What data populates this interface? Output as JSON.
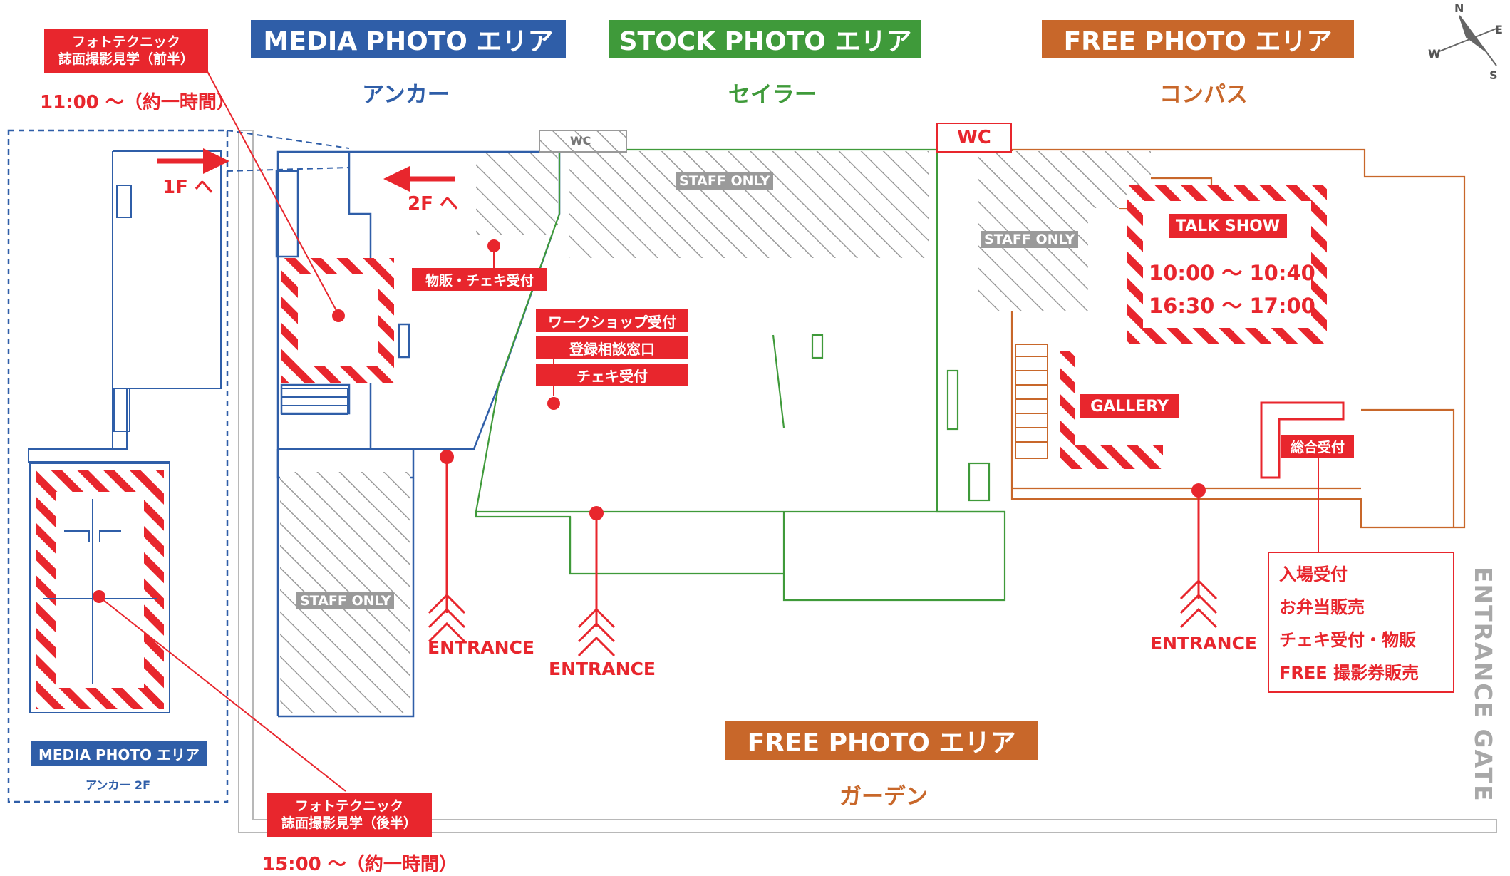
{
  "areas": {
    "media": {
      "title": "MEDIA PHOTO エリア",
      "venue": "アンカー"
    },
    "stock": {
      "title": "STOCK PHOTO エリア",
      "venue": "セイラー"
    },
    "free_top": {
      "title": "FREE PHOTO エリア",
      "venue": "コンパス"
    },
    "free_bottom": {
      "title": "FREE PHOTO エリア",
      "venue": "ガーデン"
    },
    "media_2f": {
      "title": "MEDIA PHOTO エリア",
      "venue": "アンカー 2F"
    }
  },
  "tours": {
    "first": {
      "line1": "フォトテクニック",
      "line2": "誌面撮影見学（前半）",
      "time": "11:00 〜（約一時間）"
    },
    "second": {
      "line1": "フォトテクニック",
      "line2": "誌面撮影見学（後半）",
      "time": "15:00 〜（約一時間）"
    }
  },
  "stairs": {
    "to_1f": "1F へ",
    "to_2f": "2F へ"
  },
  "facilities": {
    "wc_small": "WC",
    "wc_red": "WC",
    "staff_only": "STAFF ONLY",
    "merch": "物販・チェキ受付",
    "workshop": [
      "ワークショップ受付",
      "登録相談窓口",
      "チェキ受付"
    ],
    "talk_show": {
      "title": "TALK SHOW",
      "times": [
        "10:00 〜 10:40",
        "16:30 〜 17:00"
      ]
    },
    "gallery": "GALLERY",
    "general_reception": "総合受付",
    "reception_items": [
      "入場受付",
      "お弁当販売",
      "チェキ受付・物販",
      "FREE 撮影券販売"
    ]
  },
  "entrances": {
    "label": "ENTRANCE",
    "gate": "ENTRANCE GATE"
  },
  "compass": {
    "n": "N",
    "e": "E",
    "s": "S",
    "w": "W"
  },
  "colors": {
    "media": "#2f5ea8",
    "stock": "#3f9a3a",
    "free": "#c8672a",
    "highlight": "#e8262d",
    "staff": "#9a9a9a"
  }
}
